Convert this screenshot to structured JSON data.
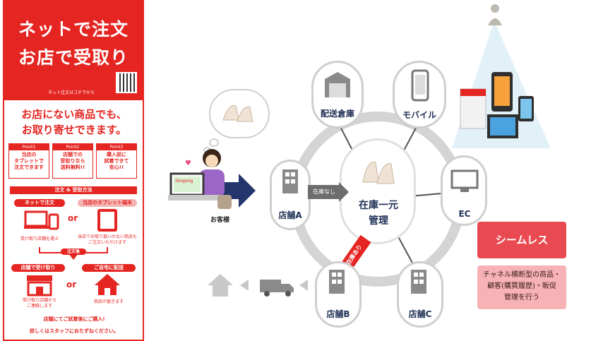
{
  "poster": {
    "headline_line1": "ネットで注文",
    "headline_line2": "お店で受取り",
    "qr_note": "ネット注文はコチラから",
    "catch_line1": "お店にない商品でも、",
    "catch_line2": "お取り寄せできます。",
    "points": [
      {
        "tag": "Point1",
        "text": "当店の\nタブレットで\n注文できます"
      },
      {
        "tag": "Point2",
        "text": "店舗での\n受取りなら\n送料無料!!"
      },
      {
        "tag": "Point3",
        "text": "購入前に\n試着できて\n安心!!"
      }
    ],
    "flow_title": "注文 & 受取方法",
    "order_net": "ネットで注文",
    "order_tablet": "当店のタブレット端末",
    "or": "or",
    "net_caption": "受け取り店舗を選ぶ",
    "tablet_caption": "当店でお取り扱いのない商品もご注文いただけます",
    "arrival": "注文後",
    "receive_store": "店舗で受け取り",
    "deliver_home": "ご自宅に配送",
    "receive_caption": "受け取り店舗から\nご連絡します",
    "deliver_caption": "商品が届きます",
    "footer1": "店舗にてご試着後にご購入!",
    "footer2": "詳しくはスタッフにおたずねください。"
  },
  "diagram": {
    "customer": "お客様",
    "center_line1": "在庫一元",
    "center_line2": "管理",
    "warehouse": "配送倉庫",
    "mobile": "モバイル",
    "ec": "EC",
    "store_a": "店舗A",
    "store_b": "店舗B",
    "store_c": "店舗C",
    "no_stock": "在庫なし",
    "in_stock": "在庫あり",
    "laptop_screen": "Shopping",
    "seamless": "シームレス",
    "desc_line1": "チャネル横断型の商品・",
    "desc_line2": "顧客(購買履歴)・販促",
    "desc_line3": "管理を行う"
  },
  "colors": {
    "poster_red": "#e52521",
    "navy": "#1e2f55",
    "ring": "#cfcfcf",
    "seamless": "#e94a52",
    "desc_bg": "#f6b2b4"
  },
  "icons": [
    "warehouse-icon",
    "smartphone-icon",
    "monitor-icon",
    "building-icon",
    "high-heels-icon",
    "house-icon",
    "truck-icon",
    "arrow-right-icon",
    "store-icon",
    "spotlight-icon"
  ]
}
